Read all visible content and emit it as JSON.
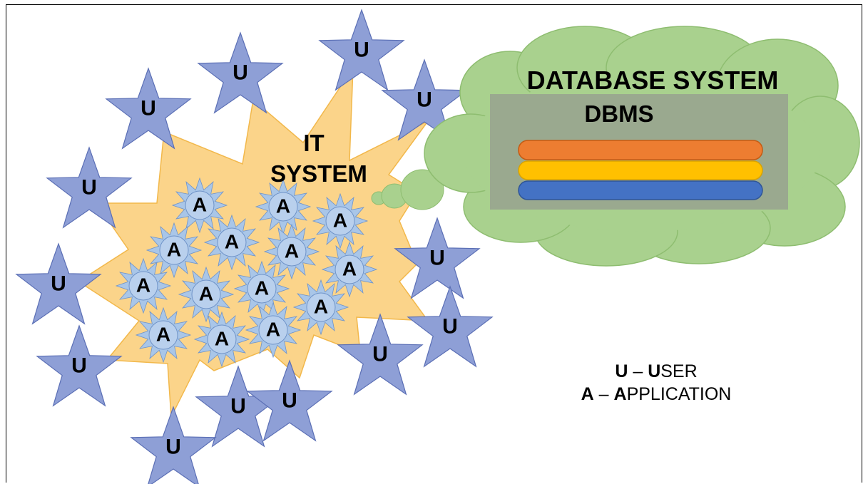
{
  "it_system": {
    "line1": "IT",
    "line2": "SYSTEM"
  },
  "database": {
    "title": "DATABASE SYSTEM",
    "subtitle": "DBMS"
  },
  "user_letter": "U",
  "app_letter": "A",
  "legend": {
    "u_key": "U",
    "u_dash": " – ",
    "u_bold": "U",
    "u_rest": "SER",
    "a_key": "A",
    "a_dash": " – ",
    "a_bold": "A",
    "a_rest": "PPLICATION"
  },
  "colors": {
    "user_star": "#8e9fd6",
    "user_star_stroke": "#5b6fb5",
    "it_burst": "#fbd48a",
    "app_sun": "#a9c6e8",
    "cloud": "#a9d18e",
    "db_box": "#9aa98f",
    "disk_orange": "#ed7d31",
    "disk_yellow": "#ffc000",
    "disk_blue": "#4472c4"
  }
}
